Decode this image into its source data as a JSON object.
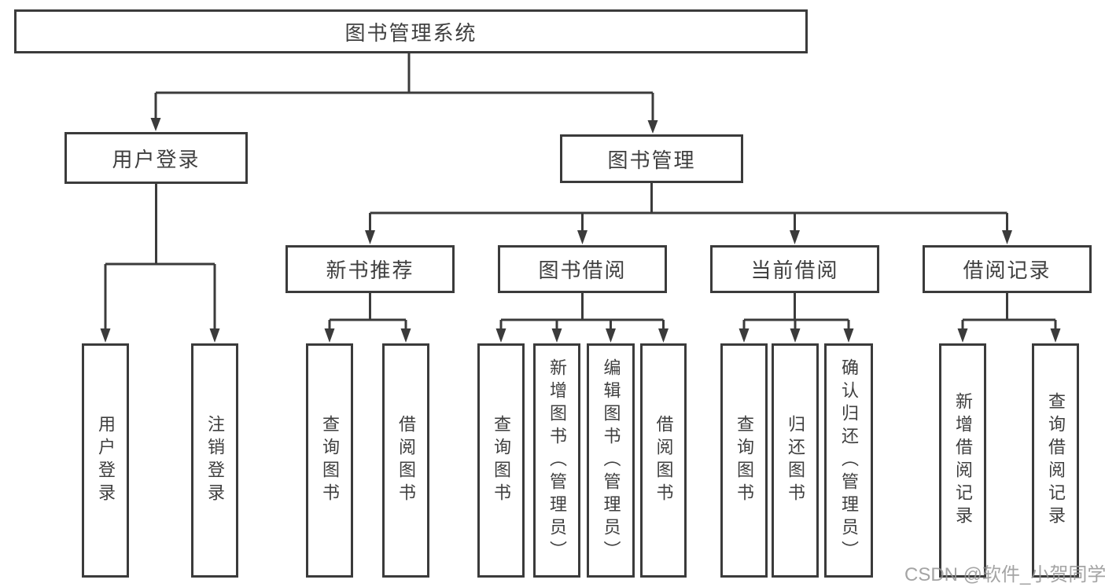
{
  "tree": {
    "root": {
      "label": "图书管理系统",
      "children": [
        {
          "label": "用户登录",
          "children": [
            {
              "label": "用户登录"
            },
            {
              "label": "注销登录"
            }
          ]
        },
        {
          "label": "图书管理",
          "children": [
            {
              "label": "新书推荐",
              "children": [
                {
                  "label": "查询图书"
                },
                {
                  "label": "借阅图书"
                }
              ]
            },
            {
              "label": "图书借阅",
              "children": [
                {
                  "label": "查询图书"
                },
                {
                  "label": "新增图书（管理员）"
                },
                {
                  "label": "编辑图书（管理员）"
                },
                {
                  "label": "借阅图书"
                }
              ]
            },
            {
              "label": "当前借阅",
              "children": [
                {
                  "label": "查询图书"
                },
                {
                  "label": "归还图书"
                },
                {
                  "label": "确认归还（管理员）"
                }
              ]
            },
            {
              "label": "借阅记录",
              "children": [
                {
                  "label": "新增借阅记录"
                },
                {
                  "label": "查询借阅记录"
                }
              ]
            }
          ]
        }
      ]
    }
  },
  "watermark": {
    "text": "CSDN @软件_小贺同学"
  },
  "colors": {
    "line": "#3b3b3b",
    "box_border": "#3b3b3b",
    "text": "#3f3f3f",
    "watermark": "#949494",
    "background": "#ffffff"
  }
}
